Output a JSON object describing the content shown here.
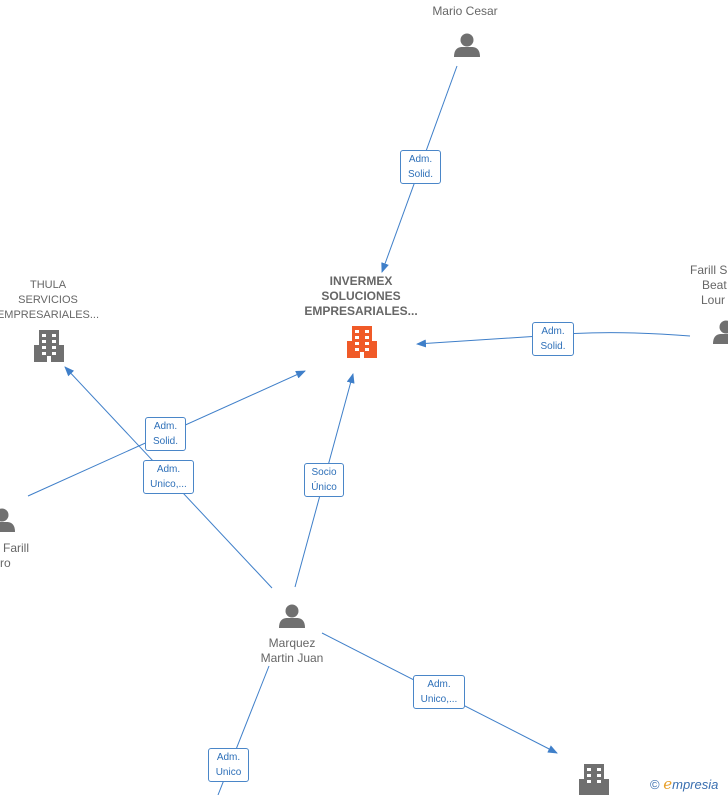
{
  "center_company": {
    "name_lines": [
      "INVERMEX",
      "SOLUCIONES",
      "EMPRESARIALES..."
    ],
    "color": "#f05a28",
    "icon": "building-icon"
  },
  "companies": [
    {
      "id": "thula",
      "name_lines": [
        "THULA",
        "SERVICIOS",
        "EMPRESARIALES..."
      ],
      "icon": "building-icon",
      "color": "#707070"
    },
    {
      "id": "bottom-company",
      "name_lines": [],
      "icon": "building-icon",
      "color": "#707070"
    }
  ],
  "persons": [
    {
      "id": "mario",
      "name_lines": [
        "Mario Cesar"
      ],
      "icon": "person-icon"
    },
    {
      "id": "farill-right",
      "name_lines": [
        "Farill S",
        "Beat",
        "Lour"
      ],
      "icon": "person-icon"
    },
    {
      "id": "farill-left",
      "name_lines": [
        "Farill",
        "ro"
      ],
      "icon": "person-icon"
    },
    {
      "id": "marquez",
      "name_lines": [
        "Marquez",
        "Martin Juan"
      ],
      "icon": "person-icon"
    }
  ],
  "relations": [
    {
      "id": "mario-center",
      "label_lines": [
        "Adm.",
        "Solid."
      ]
    },
    {
      "id": "farill-right-center",
      "label_lines": [
        "Adm.",
        "Solid."
      ]
    },
    {
      "id": "farill-left-center",
      "label_lines": [
        "Adm.",
        "Solid."
      ]
    },
    {
      "id": "marquez-thula",
      "label_lines": [
        "Adm.",
        "Unico,..."
      ]
    },
    {
      "id": "marquez-center",
      "label_lines": [
        "Socio",
        "Único"
      ]
    },
    {
      "id": "marquez-bottom-company",
      "label_lines": [
        "Adm.",
        "Unico,..."
      ]
    },
    {
      "id": "bottom-marquez",
      "label_lines": [
        "Adm.",
        "Unico"
      ]
    }
  ],
  "colors": {
    "edge": "#3f7fc9",
    "node": "#707070"
  },
  "brand": {
    "symbol": "©",
    "initial": "e",
    "rest": "mpresia"
  }
}
